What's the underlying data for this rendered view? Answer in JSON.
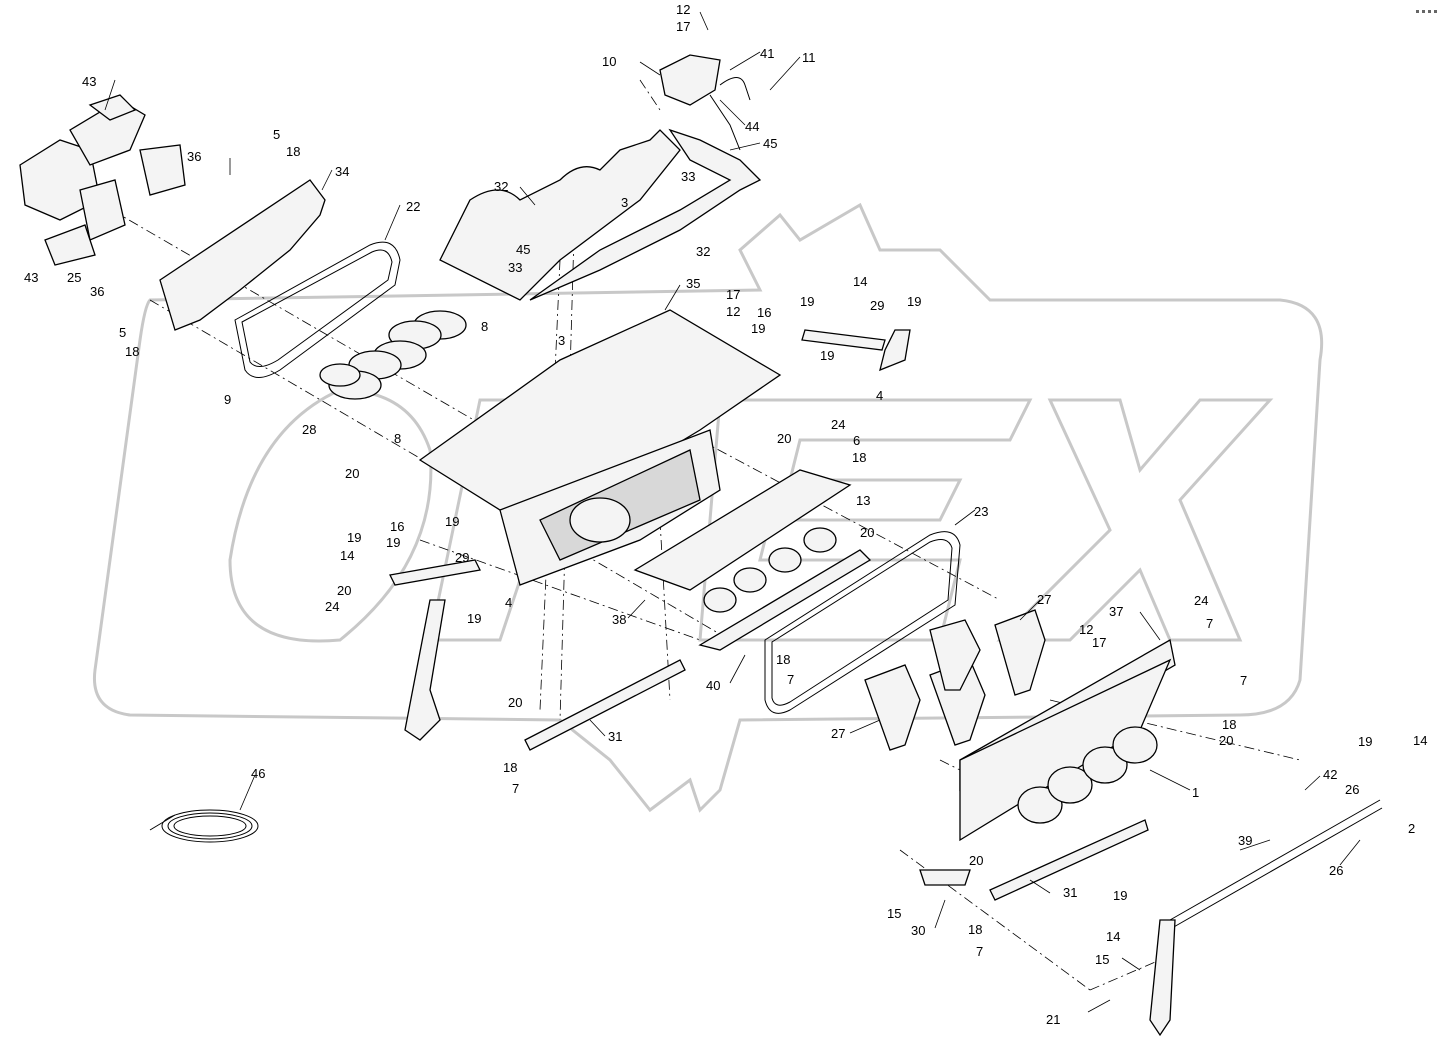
{
  "diagram": {
    "callouts": [
      {
        "id": "c12a",
        "label": "12"
      },
      {
        "id": "c17a",
        "label": "17"
      },
      {
        "id": "c10",
        "label": "10"
      },
      {
        "id": "c41",
        "label": "41"
      },
      {
        "id": "c11",
        "label": "11"
      },
      {
        "id": "c44",
        "label": "44"
      },
      {
        "id": "c45a",
        "label": "45"
      },
      {
        "id": "c43a",
        "label": "43"
      },
      {
        "id": "c5a",
        "label": "5"
      },
      {
        "id": "c18a",
        "label": "18"
      },
      {
        "id": "c36a",
        "label": "36"
      },
      {
        "id": "c34",
        "label": "34"
      },
      {
        "id": "c32a",
        "label": "32"
      },
      {
        "id": "c33a",
        "label": "33"
      },
      {
        "id": "c3a",
        "label": "3"
      },
      {
        "id": "c22",
        "label": "22"
      },
      {
        "id": "c45b",
        "label": "45"
      },
      {
        "id": "c33b",
        "label": "33"
      },
      {
        "id": "c32b",
        "label": "32"
      },
      {
        "id": "c43b",
        "label": "43"
      },
      {
        "id": "c25",
        "label": "25"
      },
      {
        "id": "c36b",
        "label": "36"
      },
      {
        "id": "c35",
        "label": "35"
      },
      {
        "id": "c17b",
        "label": "17"
      },
      {
        "id": "c12b",
        "label": "12"
      },
      {
        "id": "c19a",
        "label": "19"
      },
      {
        "id": "c14a",
        "label": "14"
      },
      {
        "id": "c29a",
        "label": "29"
      },
      {
        "id": "c19b",
        "label": "19"
      },
      {
        "id": "c16a",
        "label": "16"
      },
      {
        "id": "c19c",
        "label": "19"
      },
      {
        "id": "c19d",
        "label": "19"
      },
      {
        "id": "c5b",
        "label": "5"
      },
      {
        "id": "c18b",
        "label": "18"
      },
      {
        "id": "c8a",
        "label": "8"
      },
      {
        "id": "c3b",
        "label": "3"
      },
      {
        "id": "c4a",
        "label": "4"
      },
      {
        "id": "c9",
        "label": "9"
      },
      {
        "id": "c24a",
        "label": "24"
      },
      {
        "id": "c20a",
        "label": "20"
      },
      {
        "id": "c28",
        "label": "28"
      },
      {
        "id": "c8b",
        "label": "8"
      },
      {
        "id": "c6",
        "label": "6"
      },
      {
        "id": "c18c",
        "label": "18"
      },
      {
        "id": "c20b",
        "label": "20"
      },
      {
        "id": "c13",
        "label": "13"
      },
      {
        "id": "c23",
        "label": "23"
      },
      {
        "id": "c20c",
        "label": "20"
      },
      {
        "id": "c19e",
        "label": "19"
      },
      {
        "id": "c16b",
        "label": "16"
      },
      {
        "id": "c19f",
        "label": "19"
      },
      {
        "id": "c19g",
        "label": "19"
      },
      {
        "id": "c14b",
        "label": "14"
      },
      {
        "id": "c29b",
        "label": "29"
      },
      {
        "id": "c20d",
        "label": "20"
      },
      {
        "id": "c24b",
        "label": "24"
      },
      {
        "id": "c4b",
        "label": "4"
      },
      {
        "id": "c19h",
        "label": "19"
      },
      {
        "id": "c38",
        "label": "38"
      },
      {
        "id": "c27a",
        "label": "27"
      },
      {
        "id": "c37",
        "label": "37"
      },
      {
        "id": "c24c",
        "label": "24"
      },
      {
        "id": "c7a",
        "label": "7"
      },
      {
        "id": "c12c",
        "label": "12"
      },
      {
        "id": "c17c",
        "label": "17"
      },
      {
        "id": "c18d",
        "label": "18"
      },
      {
        "id": "c7b",
        "label": "7"
      },
      {
        "id": "c40",
        "label": "40"
      },
      {
        "id": "c7c",
        "label": "7"
      },
      {
        "id": "c18e",
        "label": "18"
      },
      {
        "id": "c20e",
        "label": "20"
      },
      {
        "id": "c27b",
        "label": "27"
      },
      {
        "id": "c20f",
        "label": "20"
      },
      {
        "id": "c31a",
        "label": "31"
      },
      {
        "id": "c18f",
        "label": "18"
      },
      {
        "id": "c7d",
        "label": "7"
      },
      {
        "id": "c46",
        "label": "46"
      },
      {
        "id": "c1",
        "label": "1"
      },
      {
        "id": "c42",
        "label": "42"
      },
      {
        "id": "c26a",
        "label": "26"
      },
      {
        "id": "c19i",
        "label": "19"
      },
      {
        "id": "c14c",
        "label": "14"
      },
      {
        "id": "c2",
        "label": "2"
      },
      {
        "id": "c39",
        "label": "39"
      },
      {
        "id": "c26b",
        "label": "26"
      },
      {
        "id": "c20g",
        "label": "20"
      },
      {
        "id": "c31b",
        "label": "31"
      },
      {
        "id": "c15a",
        "label": "15"
      },
      {
        "id": "c30",
        "label": "30"
      },
      {
        "id": "c18g",
        "label": "18"
      },
      {
        "id": "c7e",
        "label": "7"
      },
      {
        "id": "c19j",
        "label": "19"
      },
      {
        "id": "c14d",
        "label": "14"
      },
      {
        "id": "c15b",
        "label": "15"
      },
      {
        "id": "c21",
        "label": "21"
      }
    ]
  }
}
